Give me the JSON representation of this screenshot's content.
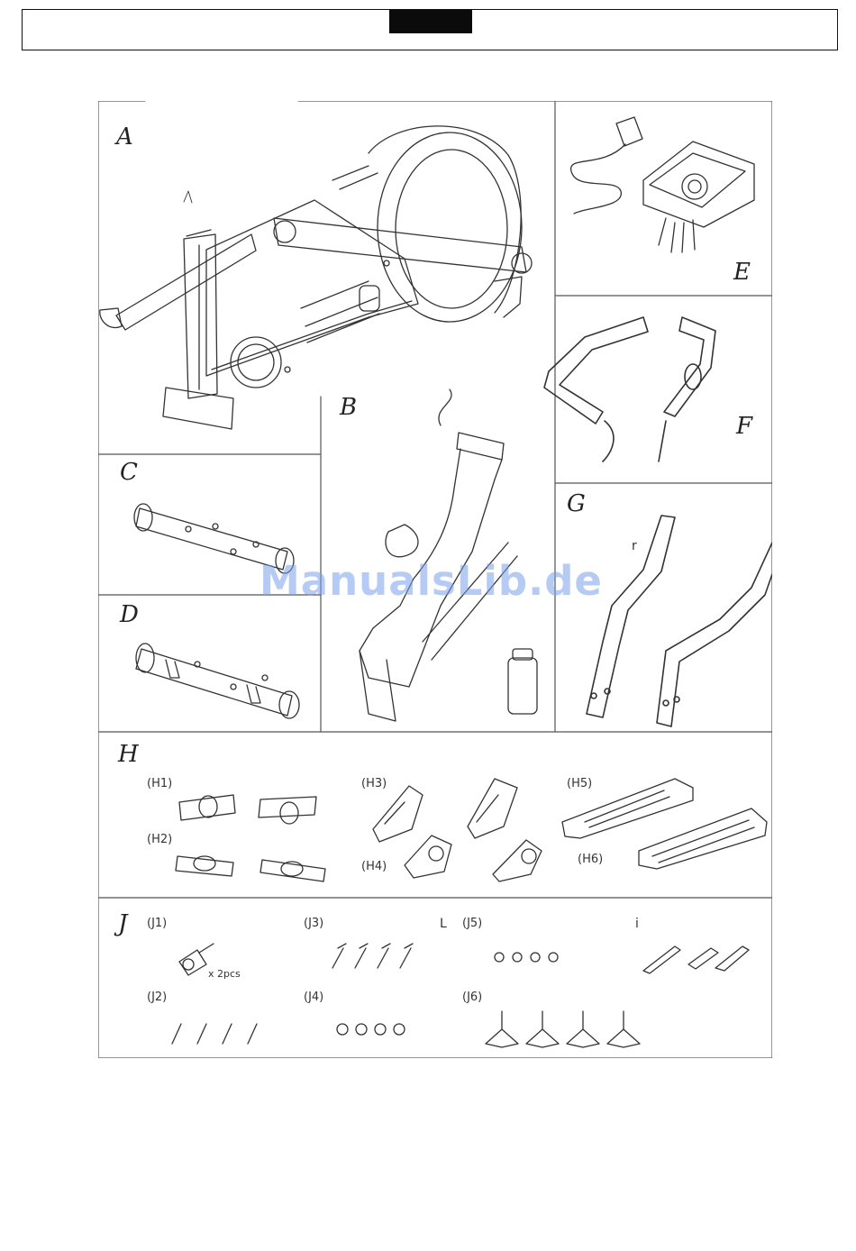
{
  "panels": {
    "A": "A",
    "B": "B",
    "C": "C",
    "D": "D",
    "E": "E",
    "F": "F",
    "G": "G",
    "H": "H",
    "J": "J"
  },
  "hardware_labels": {
    "h1": "(H1)",
    "h2": "(H2)",
    "h3": "(H3)",
    "h4": "(H4)",
    "h5": "(H5)",
    "h6": "(H6)",
    "j1": "(J1)",
    "j2": "(J2)",
    "j3": "(J3)",
    "j4": "(J4)",
    "j5": "(J5)",
    "j6": "(J6)"
  },
  "j1_quantity": "x 2pcs",
  "stray_marks": {
    "g_mark": "r",
    "l_mark": "L",
    "i_mark": "i"
  },
  "watermark": "ManualsLib.de"
}
